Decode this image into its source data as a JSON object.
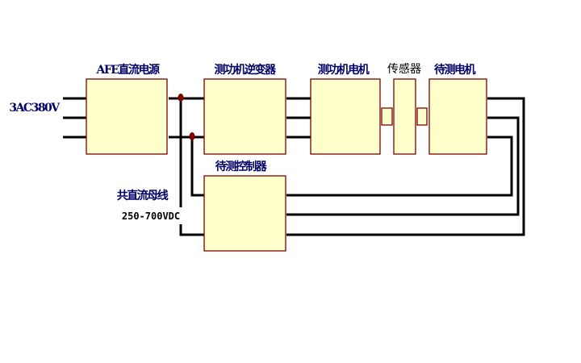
{
  "labels": {
    "input": "3AC380V",
    "afe": "AFE直流电源",
    "inverter": "测功机逆变器",
    "dyno_motor": "测功机电机",
    "sensor": "传感器",
    "dut_motor": "待测电机",
    "dut_controller": "待测控制器",
    "dc_bus": "共直流母线",
    "dc_voltage": "250-700VDC"
  },
  "colors": {
    "box_fill": "#ffffcc",
    "box_border": "#800000",
    "label": "#000066",
    "junction": "#800000",
    "wire": "#000000"
  }
}
